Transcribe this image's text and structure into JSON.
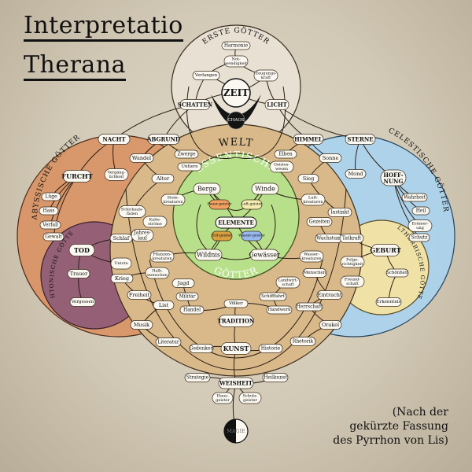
{
  "title": {
    "line1": "Interpretatio",
    "line2": "Therana"
  },
  "note": {
    "line1": "(Nach der",
    "line2": "gekürzte Fassung",
    "line3": "des Pyrrhon von Lis)"
  },
  "region_labels": {
    "erste": "ERSTE GÖTTER",
    "abyssische": "ABYSSISCHE GÖTTER",
    "celestische": "CELESTISCHE GÖTTER",
    "chtonische": "CHTONISCHE GÖTTER",
    "altherrische": "ALTHERRISCHE GÖTTER",
    "welt": "WELT",
    "essentische": "ESSENTISCHE",
    "goetter": "GÖTTER"
  },
  "core": {
    "zeit": "ZEIT",
    "chaos": "CHAOS",
    "elemente": "ELEMENTE",
    "magie": "MAGIE"
  },
  "nodes": {
    "harmonie": "Harmonie",
    "notwendigkeit": "Not-wendigkeit",
    "verlangen": "Verlangen",
    "zeugungskraft": "Zeugungs-kraft",
    "schatten": "SCHATTEN",
    "licht": "LICHT",
    "nacht": "NACHT",
    "abgrund": "ABGRUND",
    "himmel": "HIMMEL",
    "sterne": "STERNE",
    "zwerge": "Zwerge",
    "elben": "Elben",
    "wandel": "Wandel",
    "sonne": "Sonne",
    "vergaenglichkeit": "Vergäng-lichkeit",
    "furcht": "FURCHT",
    "mond": "Mond",
    "hoffnung": "HOFF-NUNG",
    "alter": "Alter",
    "untiere": "Untiere",
    "geisteswesen": "Geistes-wesen",
    "sieg": "Sieg",
    "luege": "Lüge",
    "hass": "Hass",
    "verfall": "Verfall",
    "gewalt": "Gewalt",
    "wahrheit": "Wahrheit",
    "heil": "Heil",
    "erinnerung": "Erinner-ung",
    "schutz": "Schutz",
    "steinkreaturen": "Stein-kreaturen",
    "schicksalsfaeden": "Schicksals-fäden",
    "kaltestroeme": "Kalte-ströme",
    "schlaf": "Schlaf",
    "jahreslauf": "Jahres-lauf",
    "luftkreaturen": "Luft-kreaturen",
    "instinkt": "Instinkt",
    "gezeiten": "Gezeiten",
    "wachstum": "Wachstum",
    "tatkraft": "Tatkraft",
    "berge": "Berge",
    "winde": "Winde",
    "feuergeister": "Feuer-geister",
    "luftgeister": "Luft-geister",
    "erdgeister": "Erd-geister",
    "wassergeister": "Wasser-geister",
    "wildnis": "Wildnis",
    "gewaesser": "Gewässer",
    "tod": "TOD",
    "geburt": "GEBURT",
    "untote": "Untote",
    "trauer": "Trauer",
    "vergessen": "Vergessen",
    "pflanzenkreaturen": "Pflanzen-kreaturen",
    "wasserkreaturen": "Wasser-kreaturen",
    "halbmenschen": "Halb-menschen",
    "menschen": "Menschen",
    "kriegsname": "Krieg",
    "jagd": "Jagd",
    "landwirtschaft": "Landwirt-schaft",
    "folgerichtigkeit": "Folge-richtigkeit",
    "freundschaft": "Freund-schaft",
    "schoenheit": "Schönheit",
    "freiheit": "Freiheit",
    "militaer": "Militär",
    "schifffahrt": "Schifffahrt",
    "eintracht": "Eintracht",
    "erkenntnis": "Erkenntnis",
    "list": "List",
    "handel": "Handel",
    "voelker": "Völker",
    "handwerk": "Handwerk",
    "herrschaft": "Herrschaft",
    "tradition": "TRADITION",
    "musik": "Musik",
    "orakel": "Orakel",
    "literatur": "Literatur",
    "rhetorik": "Rhetorik",
    "gedenken": "Gedenken",
    "kunst": "KUNST",
    "historie": "Historie",
    "strategie": "Strategie",
    "heilkunst": "Heilkunst",
    "weisheit": "WEISHEIT",
    "hausgeister": "Haus-geister",
    "schutzgeister": "Schutz-geister"
  }
}
